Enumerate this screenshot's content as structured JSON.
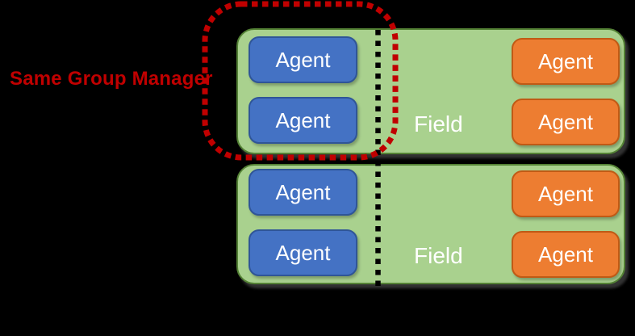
{
  "annotation": {
    "label": "Same Group Manager",
    "color": "#c00000"
  },
  "fields": [
    {
      "label": "Field",
      "left_agents": [
        "Agent",
        "Agent"
      ],
      "right_agents": [
        "Agent",
        "Agent"
      ]
    },
    {
      "label": "Field",
      "left_agents": [
        "Agent",
        "Agent"
      ],
      "right_agents": [
        "Agent",
        "Agent"
      ]
    }
  ],
  "colors": {
    "background": "#000000",
    "field_fill": "#a9d18e",
    "field_border": "#548235",
    "agent_blue_fill": "#4472c4",
    "agent_blue_border": "#2f5597",
    "agent_orange_fill": "#ed7d31",
    "agent_orange_border": "#c05a15",
    "annotation_red": "#c00000",
    "divider_black": "#000000",
    "text_white": "#ffffff"
  }
}
